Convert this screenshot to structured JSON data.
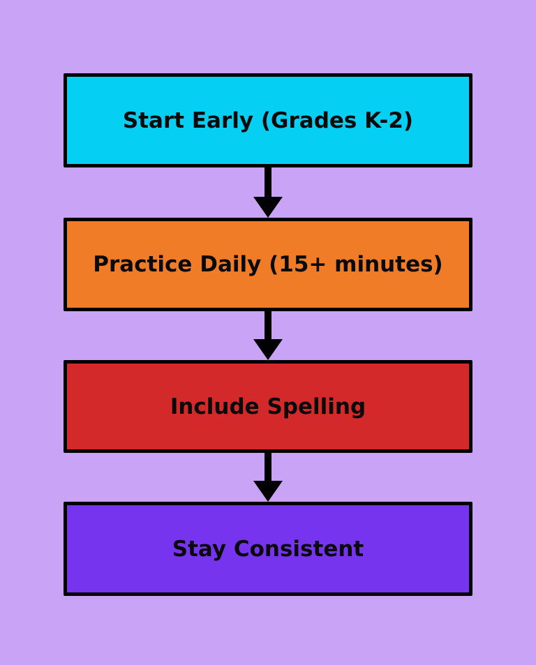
{
  "diagram": {
    "type": "flowchart",
    "direction": "top-to-bottom",
    "background_color": "#c9a3f5",
    "steps": [
      {
        "label": "Start Early (Grades K-2)",
        "color": "#05cff2"
      },
      {
        "label": "Practice Daily (15+ minutes)",
        "color": "#f07c28"
      },
      {
        "label": "Include Spelling",
        "color": "#d4292a"
      },
      {
        "label": "Stay Consistent",
        "color": "#7634ef"
      }
    ],
    "connectors": [
      {
        "from": 0,
        "to": 1,
        "icon": "arrow-down-icon"
      },
      {
        "from": 1,
        "to": 2,
        "icon": "arrow-down-icon"
      },
      {
        "from": 2,
        "to": 3,
        "icon": "arrow-down-icon"
      }
    ]
  }
}
